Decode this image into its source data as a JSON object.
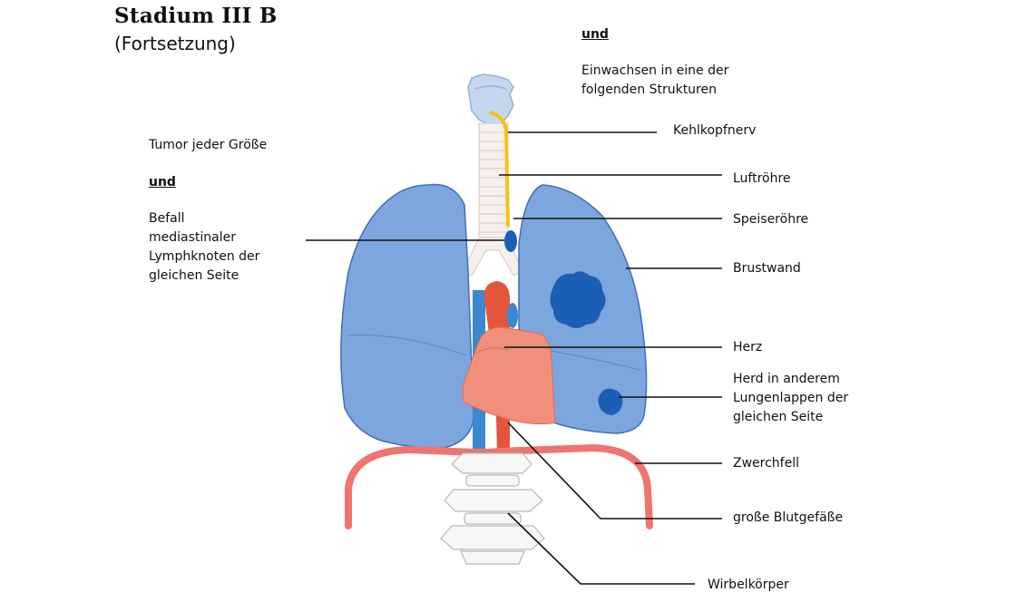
{
  "title": "Stadium III B",
  "subtitle": "(Fortsetzung)",
  "left_text": {
    "tumor": "Tumor jeder Größe",
    "und": "und",
    "befall_lines": [
      "Befall",
      "mediastinaler",
      "Lymphknoten der",
      "gleichen Seite"
    ]
  },
  "right_header": {
    "und": "und",
    "lines": [
      "Einwachsen in eine der",
      "folgenden  Strukturen"
    ]
  },
  "labels": {
    "kehlkopfnerv": "Kehlkopfnerv",
    "luftroehre": "Luftröhre",
    "speiseroehre": "Speiseröhre",
    "brustwand": "Brustwand",
    "herz": "Herz",
    "herd_lines": [
      "Herd in anderem",
      "Lungenlappen der",
      "gleichen Seite"
    ],
    "zwerchfell": "Zwerchfell",
    "blutgefaesse": "große Blutgefäße",
    "wirbelkoerper": "Wirbelkörper"
  },
  "colors": {
    "lung": "#7ea6de",
    "lung_outline": "#3f6fb8",
    "tumor": "#1a5fb4",
    "heart": "#f0907a",
    "aorta": "#e5553c",
    "vein": "#3a88d0",
    "nerve": "#f2c21b",
    "diaphragm": "#ee7470",
    "trachea": "#f3ece8"
  }
}
